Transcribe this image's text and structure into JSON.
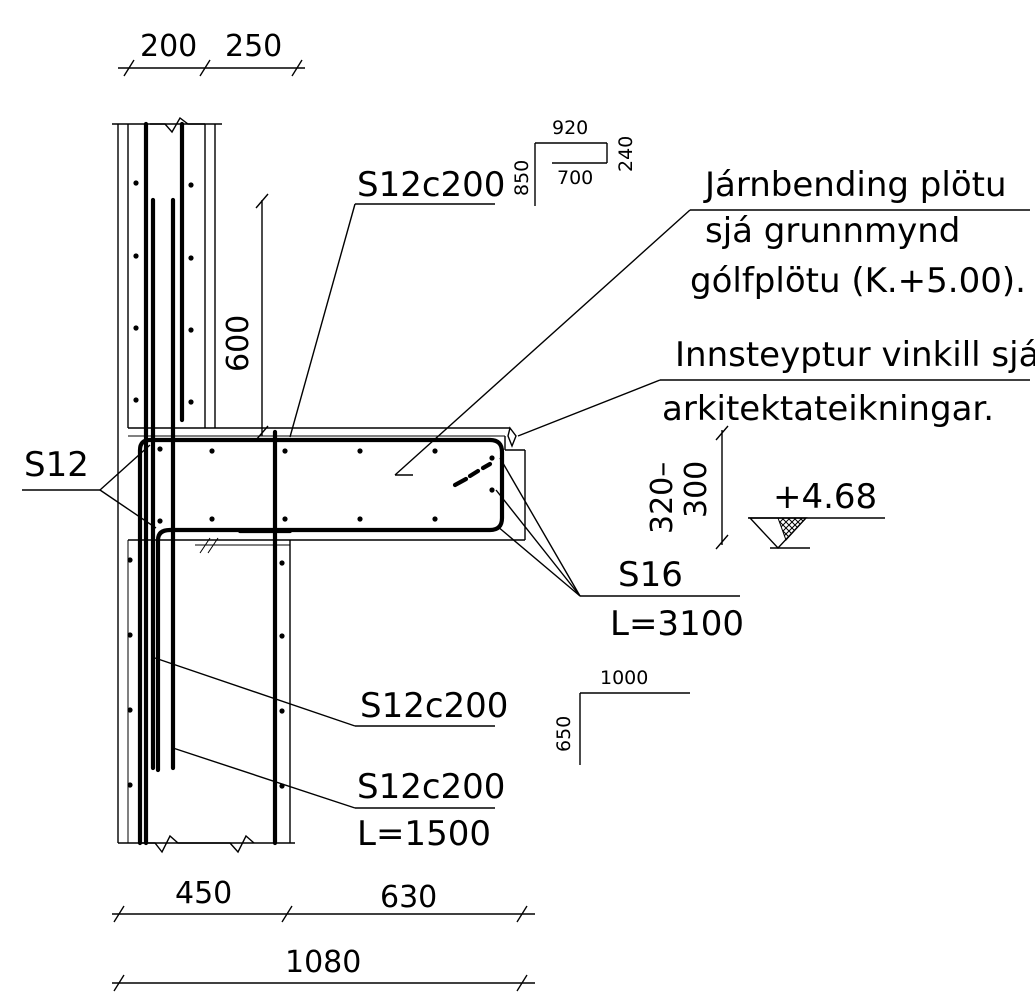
{
  "dimensions": {
    "top_200": "200",
    "top_250": "250",
    "vertical_600": "600",
    "bottom_450": "450",
    "bottom_630": "630",
    "bottom_1080": "1080",
    "depth_320_300": "320–\n300"
  },
  "bar_shape_top": {
    "label_920": "920",
    "label_850": "850",
    "label_240": "240",
    "label_700": "700"
  },
  "bar_shape_bottom": {
    "label_1000": "1000",
    "label_650": "650"
  },
  "labels": {
    "s12c200_top": "S12c200",
    "s12_left": "S12",
    "s16": "S16",
    "s16_length": "L=3100",
    "s12c200_mid": "S12c200",
    "s12c200_bottom": "S12c200",
    "s12c200_bottom_length": "L=1500",
    "level": "+4.68"
  },
  "notes": {
    "note1_line1": "Járnbending plötu",
    "note1_line2": "sjá grunnmynd",
    "note1_line3": "gólfplötu (K.+5.00).",
    "note2_line1": "Innsteyptur vinkill sjá",
    "note2_line2": "arkitektateikningar."
  }
}
